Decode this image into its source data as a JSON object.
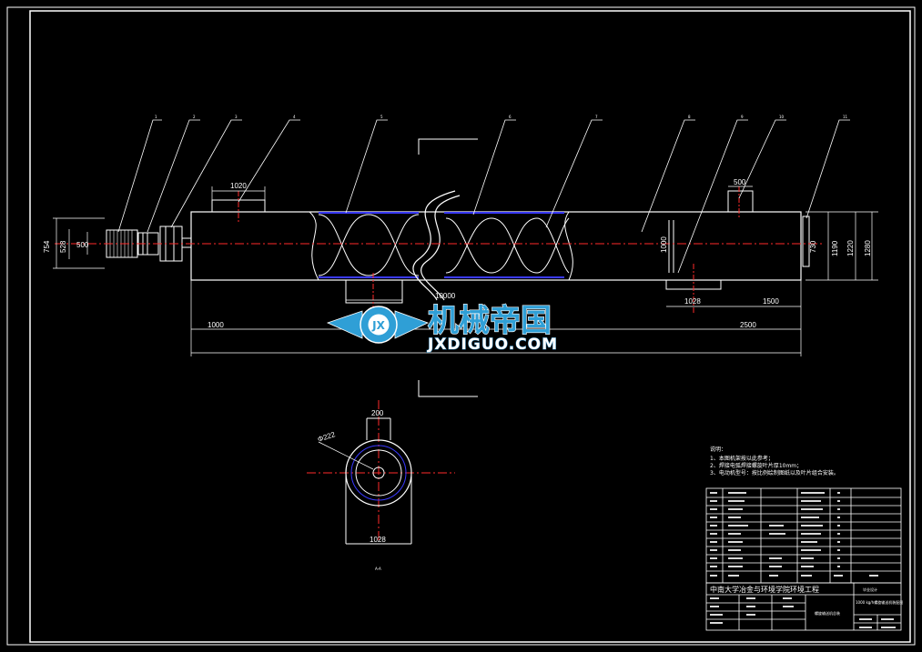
{
  "main_view": {
    "part_numbers": [
      "1",
      "2",
      "3",
      "4",
      "5",
      "6",
      "7",
      "8",
      "9",
      "10",
      "11"
    ],
    "dims": {
      "d754": "754",
      "d528": "528",
      "d500_left": "500",
      "d1020": "1020",
      "d500_top": "500",
      "d1000_vert": "1000",
      "d730": "730",
      "d1190": "1190",
      "d1220": "1220",
      "d1280": "1280",
      "d10000": "10000",
      "d1028": "1028",
      "d1500": "1500",
      "d1000_bottom": "1000",
      "d2500": "2500"
    }
  },
  "section_view": {
    "d200": "200",
    "phi": "Φ222",
    "d1028": "1028",
    "label": "A-A"
  },
  "notes": {
    "title": "说明：",
    "lines": [
      "1、本图机架按以此参考；",
      "2、焊接电弧焊接螺旋叶片厚10mm；",
      "3、电动机型号：按比例绘制图纸以及叶片组合安装。"
    ]
  },
  "title_block": {
    "school": "中南大学冶金与环境学院环境工程",
    "right_top": "毕业设计",
    "right_text": "1000 kg/h螺旋输送机装配图",
    "center_text": "螺旋输送机总装",
    "bom_rows": 11
  },
  "watermark": {
    "cn": "机械帝国",
    "en": "JXDIGUO.COM",
    "badge": "JX"
  },
  "colors": {
    "line": "#ffffff",
    "center_line": "#ff2a2a",
    "hidden": "#3a3aff",
    "accent": "#2f9fd6"
  }
}
